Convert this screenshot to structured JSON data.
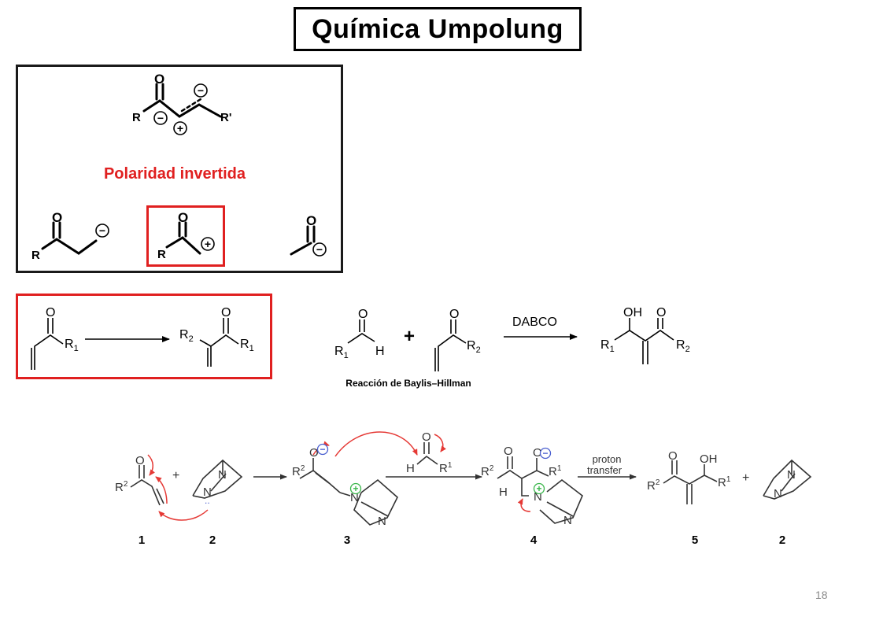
{
  "slide": {
    "title": "Química Umpolung",
    "page_number": "18"
  },
  "polarity_box": {
    "heading": "Polaridad invertida",
    "top_structure": {
      "atoms": {
        "oxygen": "O",
        "r": "R",
        "r_prime": "R'"
      },
      "charges": {
        "alpha": "−",
        "beta": "+",
        "gamma": "−"
      }
    },
    "bottom_structures": [
      {
        "atoms": {
          "oxygen": "O",
          "r": "R"
        },
        "charge": "−"
      },
      {
        "atoms": {
          "oxygen": "O",
          "r": "R"
        },
        "charge": "+"
      },
      {
        "atoms": {
          "oxygen": "O"
        },
        "charge": "−"
      }
    ]
  },
  "acrylate_transformation": {
    "reactant": {
      "oxygen": "O",
      "r1": "R",
      "r1_sub": "1"
    },
    "product": {
      "oxygen": "O",
      "r1": "R",
      "r1_sub": "1",
      "r2": "R",
      "r2_sub": "2"
    }
  },
  "baylis_hillman": {
    "caption": "Reacción de Baylis–Hillman",
    "aldehyde": {
      "oxygen": "O",
      "hydrogen": "H",
      "r1": "R",
      "r1_sub": "1"
    },
    "plus": "+",
    "enone": {
      "oxygen": "O",
      "r2": "R",
      "r2_sub": "2"
    },
    "catalyst": "DABCO",
    "product": {
      "hydroxyl": "OH",
      "oxygen": "O",
      "r1": "R",
      "r1_sub": "1",
      "r2": "R",
      "r2_sub": "2"
    }
  },
  "mechanism": {
    "compound_labels": [
      "1",
      "2",
      "3",
      "4",
      "5",
      "2"
    ],
    "plus": "+",
    "step_label": [
      "proton",
      "transfer"
    ],
    "atoms": {
      "oxygen": "O",
      "nitrogen": "N",
      "hydrogen": "H",
      "hydroxyl": "OH",
      "r1": "R",
      "r2": "R",
      "sup1": "1",
      "sup2": "2",
      "lone_pair": "..",
      "minus": "−",
      "plus_charge": "+"
    }
  },
  "colors": {
    "highlight_red": "#e02020",
    "ink": "#000000",
    "mechanism_ink": "#333333",
    "arrow_red": "#e53935",
    "anion_blue": "#4a5fd0",
    "cation_green": "#39b54a",
    "page_number_gray": "#8a8a8a"
  }
}
